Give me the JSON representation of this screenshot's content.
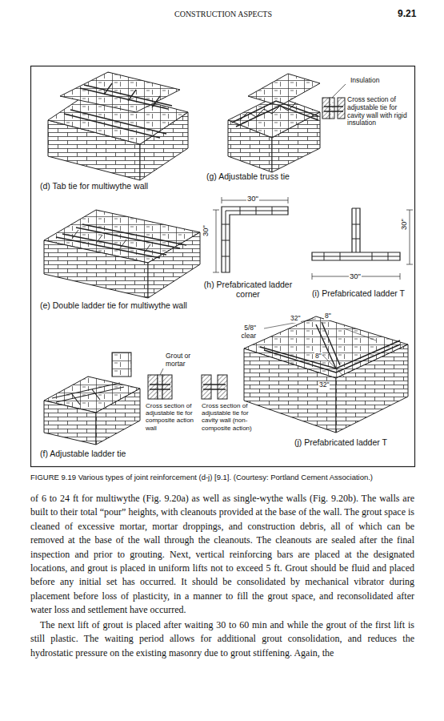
{
  "diagram": {
    "caption": "FIGURE 9.19 Various types of joint reinforcement (d-j) [9.1]. (Courtesy: Portland Cement Association.)",
    "labels": [
      "CONSTRUCTION ASPECTS",
      "9.21",
      "Insulation",
      "Cross section of adjustable tie for cavity wall with rigid insulation",
      "(g) Adjustable truss tie",
      "(d) Tab tie for multiwythe wall",
      "30\"",
      "30\"",
      "30\"",
      "(h) Prefabricated ladder corner",
      "30\"",
      "(i) Prefabricated ladder T",
      "(e) Double ladder tie for multiwythe wall",
      "32\"",
      "8\"",
      "5/8\" clear",
      "8\"",
      "32\"",
      "Grout or mortar",
      "Cross section of adjustable tie for composite action wall",
      "Cross section of adjustable tie for cavity wall (non-composite action)",
      "(j) Prefabricated ladder T",
      "(f) Adjustable ladder tie",
      "of 6 to 24 ft for multiwythe (Fig. 9.20a) as well as single-wythe walls (Fig. 9.20b). The walls are built to their total “pour” heights, with cleanouts provided at the base of the wall. The grout space is cleaned of excessive mortar, mortar droppings, and construction debris, all of which can be removed at the base of the wall through the cleanouts. The cleanouts are sealed after the final inspection and prior to grouting. Next, vertical reinforcing bars are placed at the designated locations, and grout is placed in uniform lifts not to exceed 5 ft. Grout should be fluid and placed before any initial set has occurred. It should be consolidated by mechanical vibrator during placement before loss of plasticity, in a manner to fill the grout space, and reconsolidated after water loss and settlement have occurred.",
      "The next lift of grout is placed after waiting 30 to 60 min and while the grout of the first lift is still plastic. The waiting period allows for additional grout consolidation, and reduces the hydrostatic pressure on the existing masonry due to grout stiffening. Again, the"
    ]
  }
}
